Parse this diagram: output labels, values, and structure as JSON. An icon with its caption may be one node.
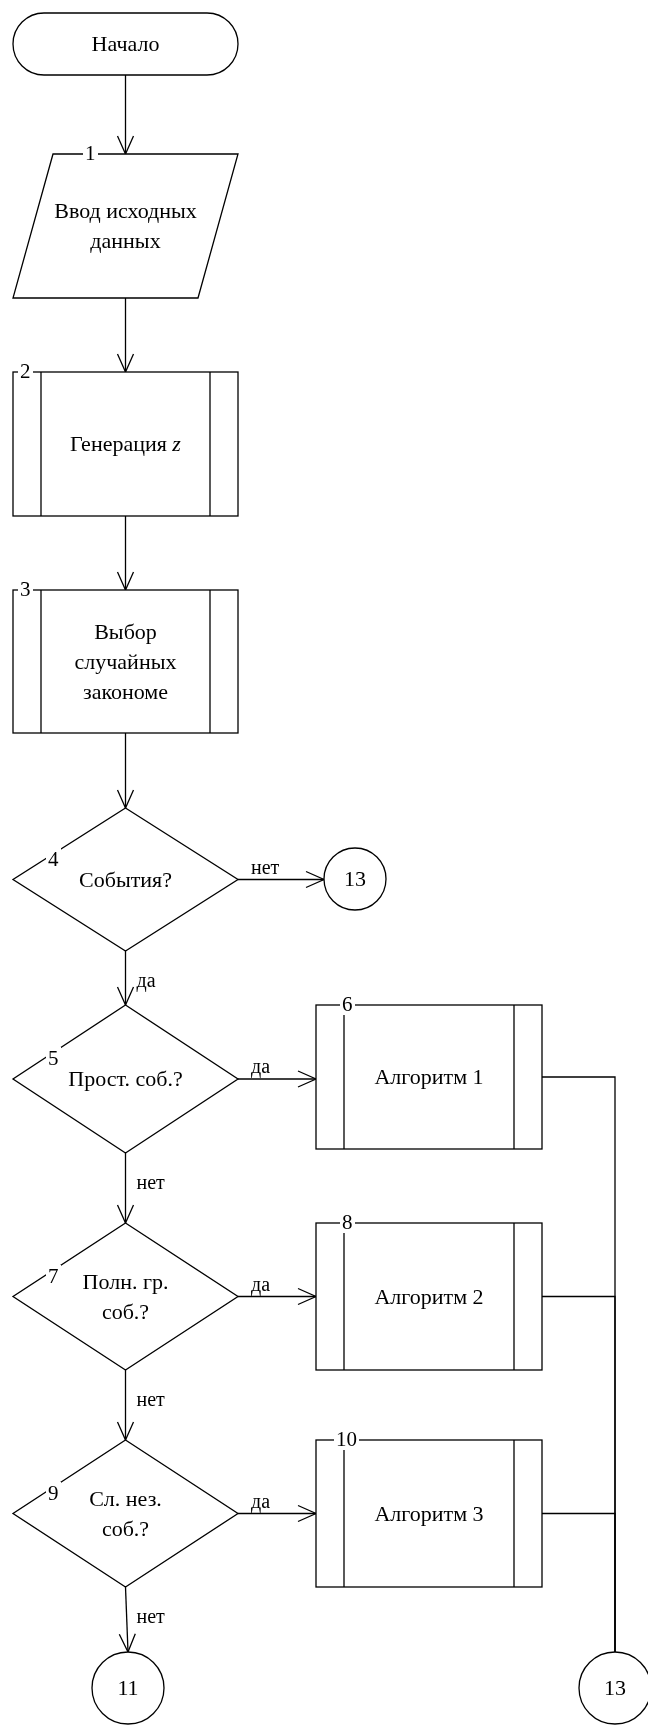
{
  "diagram": {
    "nodes": [
      {
        "text": [
          "Начало"
        ]
      },
      {
        "text": [
          "Ввод исходных данных"
        ],
        "beside": [
          "1"
        ]
      },
      {
        "text": [
          "Генерация *z*"
        ],
        "beside": [
          "2"
        ]
      },
      {
        "text": [
          "Выбор случайных закономе"
        ],
        "beside": [
          "3"
        ]
      },
      {
        "text": [
          "4",
          "События?"
        ]
      },
      {
        "text": [
          "13"
        ]
      },
      {
        "text": [
          "5",
          "Прост. соб.?"
        ]
      },
      {
        "text": [
          "Алгоритм 1"
        ],
        "beside": [
          "6"
        ]
      },
      {
        "text": [
          "7",
          "Полн. гр. соб.?"
        ]
      },
      {
        "text": [
          "Алгоритм 2"
        ],
        "beside": [
          "8"
        ]
      },
      {
        "text": [
          "9",
          "Сл. нез. соб.?"
        ]
      },
      {
        "text": [
          "Алгоритм 3"
        ],
        "beside": [
          "10"
        ]
      },
      {
        "text": [
          "11"
        ]
      },
      {
        "text": [
          "13"
        ]
      }
    ],
    "edges": [
      {
        "from": 0,
        "to": 1,
        "arrow": "to"
      },
      {
        "from": 1,
        "to": 2,
        "arrow": "to"
      },
      {
        "from": 2,
        "to": 3,
        "arrow": "to"
      },
      {
        "from": 3,
        "to": 4,
        "arrow": "to"
      },
      {
        "from": 4,
        "to": 5,
        "arrow": "to",
        "label": "нет"
      },
      {
        "from": 4,
        "to": 6,
        "arrow": "to",
        "label": "да"
      },
      {
        "from": 6,
        "to": 7,
        "arrow": "to",
        "label": "да"
      },
      {
        "from": 6,
        "to": 8,
        "arrow": "to",
        "label": "нет"
      },
      {
        "from": 8,
        "to": 9,
        "arrow": "to",
        "label": "да"
      },
      {
        "from": 8,
        "to": 10,
        "arrow": "to",
        "label": "нет"
      },
      {
        "from": 10,
        "to": 11,
        "arrow": "to",
        "label": "да"
      },
      {
        "from": 10,
        "to": 12,
        "arrow": "to",
        "label": "нет"
      },
      {
        "from": 7,
        "to": 13,
        "arrow": "none"
      },
      {
        "from": 9,
        "to": 13,
        "arrow": "none"
      },
      {
        "from": 11,
        "to": 13,
        "arrow": "none"
      }
    ]
  }
}
